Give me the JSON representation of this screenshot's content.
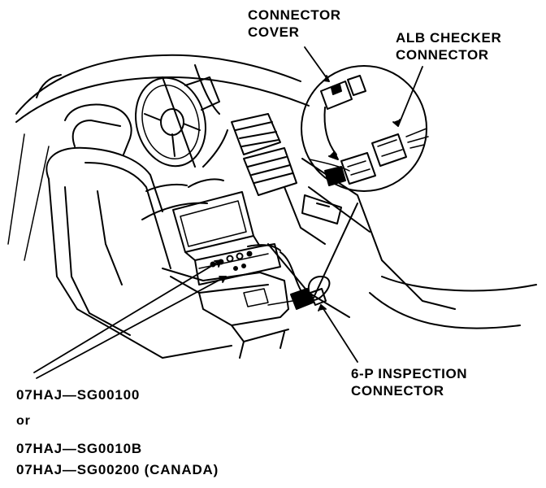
{
  "labels": {
    "connector_cover": [
      "CONNECTOR",
      "COVER"
    ],
    "alb_checker_connector": [
      "ALB CHECKER",
      "CONNECTOR"
    ],
    "inspection_connector": [
      "6-P INSPECTION",
      "CONNECTOR"
    ],
    "part_number_1": "07HAJ—SG00100",
    "or": "or",
    "part_number_2": "07HAJ—SG0010B",
    "part_number_3": "07HAJ—SG00200 (CANADA)"
  },
  "colors": {
    "ink": "#000000",
    "paper": "#ffffff"
  }
}
